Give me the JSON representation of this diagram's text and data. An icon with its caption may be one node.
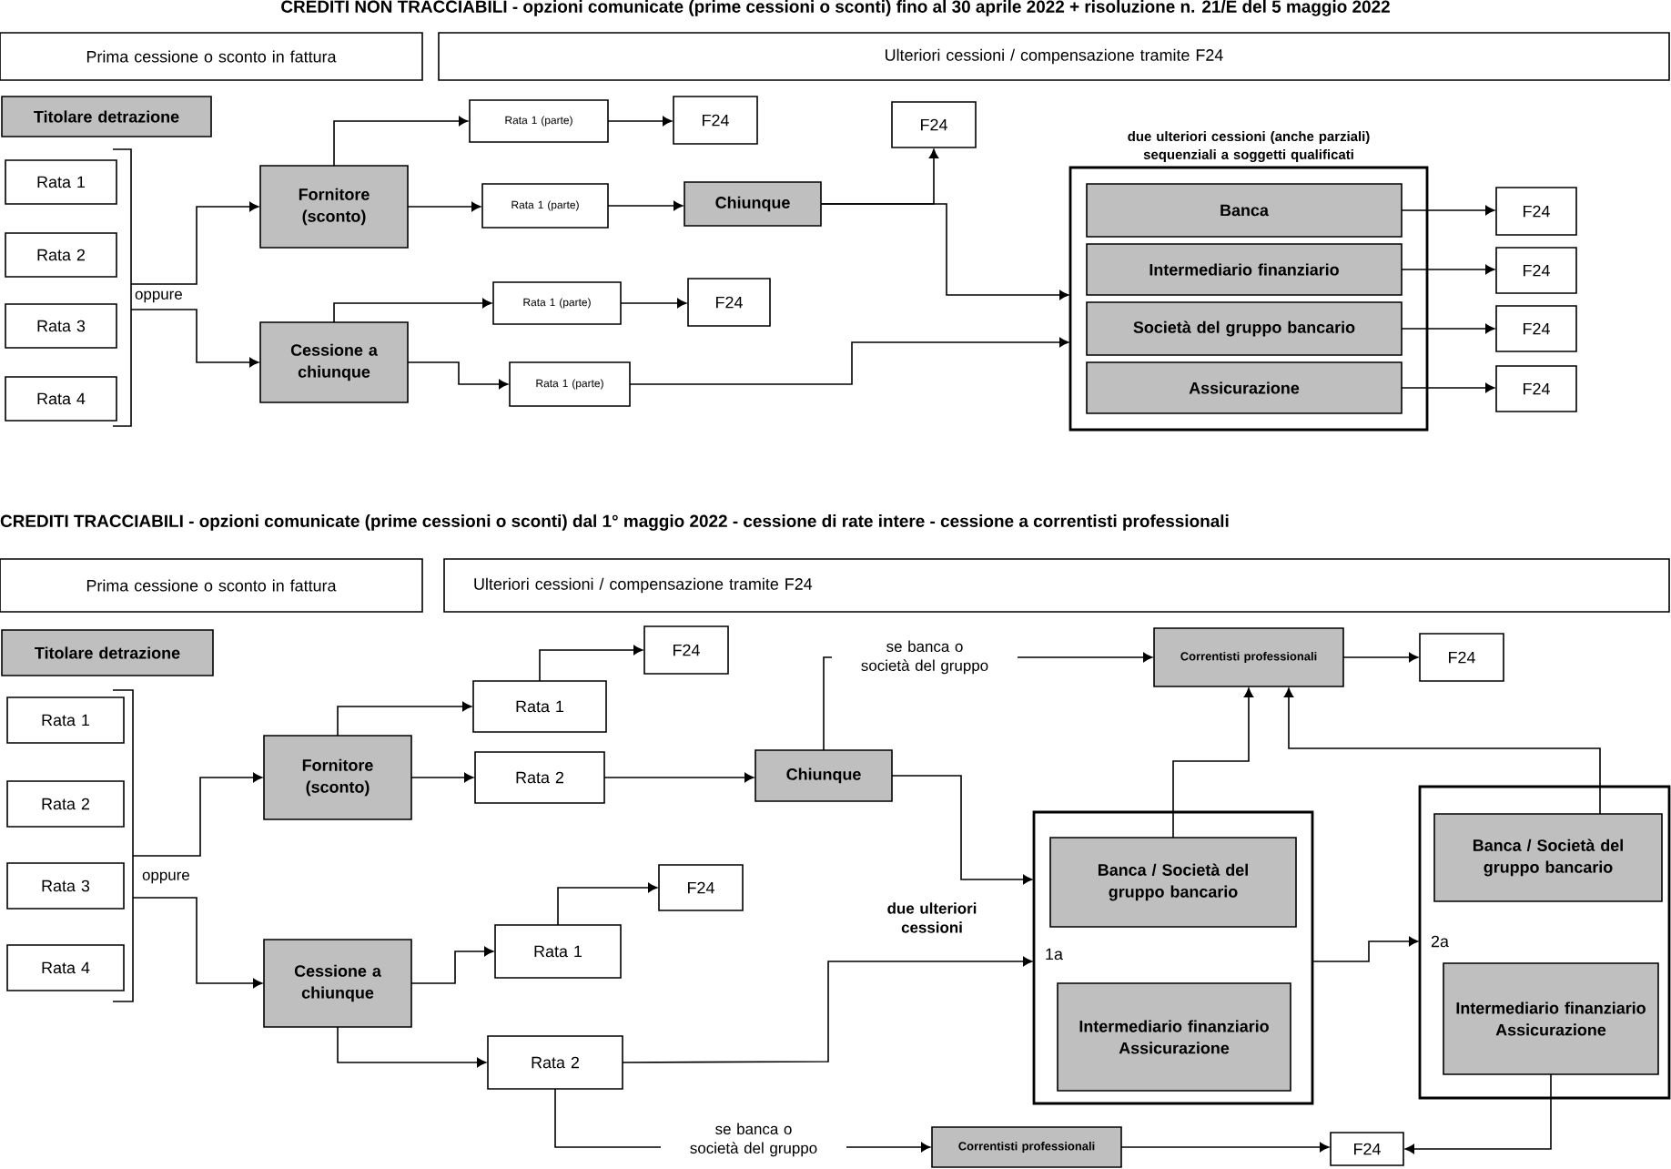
{
  "diagram": {
    "title": "CREDITI NON TRACCIABILI - opzioni comunicate (prime cessioni o sconti) fino al 30 aprile 2022 + risoluzione n. 21/E del 5 maggio 2022",
    "nodes": [
      {
        "text": [
          "Prima cessione o sconto in fattura"
        ]
      },
      {
        "text": [
          "Ulteriori cessioni / compensazione tramite F24"
        ]
      },
      {
        "text": [
          "Titolare detrazione"
        ]
      },
      {
        "text": [
          "Rata 1"
        ]
      },
      {
        "text": [
          "Rata 2"
        ]
      },
      {
        "text": [
          "Rata 3"
        ]
      },
      {
        "text": [
          "Rata 4"
        ]
      },
      {
        "text": [
          "Fornitore (sconto)"
        ]
      },
      {
        "text": [
          "Cessione a chiunque"
        ]
      },
      {
        "text": [
          "Rata 1 (parte)"
        ]
      },
      {
        "text": [
          "F24"
        ]
      },
      {
        "text": [
          "Rata 1 (parte)"
        ]
      },
      {
        "text": [
          "Chiunque"
        ]
      },
      {
        "text": [
          "Rata 1 (parte)"
        ]
      },
      {
        "text": [
          "F24"
        ]
      },
      {
        "text": [
          "Rata 1 (parte)"
        ]
      },
      {
        "text": [
          "F24"
        ]
      },
      {
        "text": [
          "due ulteriori cessioni (anche parziali) sequenziali a soggetti qualificati"
        ]
      },
      {
        "text": [
          "Banca"
        ],
        "in": 17
      },
      {
        "text": [
          "Intermediario finanziario"
        ],
        "in": 17
      },
      {
        "text": [
          "Società del gruppo bancario"
        ],
        "in": 17
      },
      {
        "text": [
          "Assicurazione"
        ],
        "in": 17
      },
      {
        "text": [
          "F24"
        ]
      },
      {
        "text": [
          "F24"
        ]
      },
      {
        "text": [
          "F24"
        ]
      },
      {
        "text": [
          "F24"
        ]
      },
      {
        "text": [
          "Prima cessione o sconto in fattura"
        ]
      },
      {
        "text": [
          "Ulteriori cessioni / compensazione tramite F24"
        ]
      },
      {
        "text": [
          "Titolare detrazione"
        ]
      },
      {
        "text": [
          "Rata 1"
        ]
      },
      {
        "text": [
          "Rata 2"
        ]
      },
      {
        "text": [
          "Rata 3"
        ]
      },
      {
        "text": [
          "Rata 4"
        ]
      },
      {
        "text": [
          "Fornitore (sconto)"
        ]
      },
      {
        "text": [
          "Cessione a chiunque"
        ]
      },
      {
        "text": [
          "Rata 1"
        ]
      },
      {
        "text": [
          "F24"
        ]
      },
      {
        "text": [
          "Rata 2"
        ]
      },
      {
        "text": [
          "Chiunque"
        ]
      },
      {
        "text": [
          "F24"
        ]
      },
      {
        "text": [
          "Rata 1"
        ]
      },
      {
        "text": [
          "Rata 2"
        ]
      },
      {
        "text": [
          "Correntisti professionali"
        ]
      },
      {
        "text": [
          "F24"
        ]
      },
      {
        "text": [
          "1a"
        ]
      },
      {
        "text": [
          "Banca / Società del gruppo bancario"
        ],
        "in": 44
      },
      {
        "text": [
          "Intermediario finanziario Assicurazione"
        ],
        "in": 44
      },
      {
        "text": [
          "2a"
        ]
      },
      {
        "text": [
          "Banca / Società del gruppo bancario"
        ],
        "in": 47
      },
      {
        "text": [
          "Intermediario finanziario Assicurazione"
        ],
        "in": 47
      },
      {
        "text": [
          "Correntisti professionali"
        ]
      },
      {
        "text": [
          "F24"
        ]
      },
      {
        "text": [],
        "shape": "bracket"
      },
      {
        "text": [],
        "shape": "bracket"
      }
    ],
    "edges": [
      {
        "from": 52,
        "to": 7,
        "arrow": "to"
      },
      {
        "from": 52,
        "to": 8,
        "arrow": "to"
      },
      {
        "from": 7,
        "to": 9,
        "arrow": "to"
      },
      {
        "from": 9,
        "to": 10,
        "arrow": "to"
      },
      {
        "from": 7,
        "to": 11,
        "arrow": "to"
      },
      {
        "from": 11,
        "to": 12,
        "arrow": "to"
      },
      {
        "from": 12,
        "to": 16,
        "arrow": "to"
      },
      {
        "from": 12,
        "to": 17,
        "arrow": "to"
      },
      {
        "from": 8,
        "to": 13,
        "arrow": "to"
      },
      {
        "from": 13,
        "to": 14,
        "arrow": "to"
      },
      {
        "from": 8,
        "to": 15,
        "arrow": "to"
      },
      {
        "from": 15,
        "to": 17,
        "arrow": "to"
      },
      {
        "from": 18,
        "to": 22,
        "arrow": "to"
      },
      {
        "from": 19,
        "to": 23,
        "arrow": "to"
      },
      {
        "from": 20,
        "to": 24,
        "arrow": "to"
      },
      {
        "from": 21,
        "to": 25,
        "arrow": "to"
      },
      {
        "from": 53,
        "to": 33,
        "arrow": "to"
      },
      {
        "from": 53,
        "to": 34,
        "arrow": "to"
      },
      {
        "from": 33,
        "to": 35,
        "arrow": "to"
      },
      {
        "from": 35,
        "to": 36,
        "arrow": "to"
      },
      {
        "from": 33,
        "to": 37,
        "arrow": "to"
      },
      {
        "from": 37,
        "to": 38,
        "arrow": "to"
      },
      {
        "from": 38,
        "to": 42,
        "arrow": "to",
        "label": "se banca o società del gruppo"
      },
      {
        "from": 38,
        "to": 44,
        "arrow": "to"
      },
      {
        "from": 34,
        "to": 40,
        "arrow": "to"
      },
      {
        "from": 40,
        "to": 39,
        "arrow": "to"
      },
      {
        "from": 34,
        "to": 41,
        "arrow": "to"
      },
      {
        "from": 41,
        "to": 44,
        "arrow": "to",
        "label": "due ulteriori cessioni"
      },
      {
        "from": 45,
        "to": 42,
        "arrow": "to"
      },
      {
        "from": 48,
        "to": 42,
        "arrow": "to"
      },
      {
        "from": 42,
        "to": 43,
        "arrow": "to"
      },
      {
        "from": 44,
        "to": 47,
        "arrow": "to"
      },
      {
        "from": 49,
        "to": 51,
        "arrow": "to"
      },
      {
        "from": 41,
        "to": 50,
        "arrow": "to",
        "label": "se banca o società del gruppo"
      },
      {
        "from": 50,
        "to": 51,
        "arrow": "to"
      }
    ],
    "labels": [
      "oppure",
      "CREDITI TRACCIABILI - opzioni comunicate (prime cessioni o sconti) dal 1° maggio 2022 - cessione di rate intere - cessione a correntisti professionali",
      "oppure"
    ]
  }
}
